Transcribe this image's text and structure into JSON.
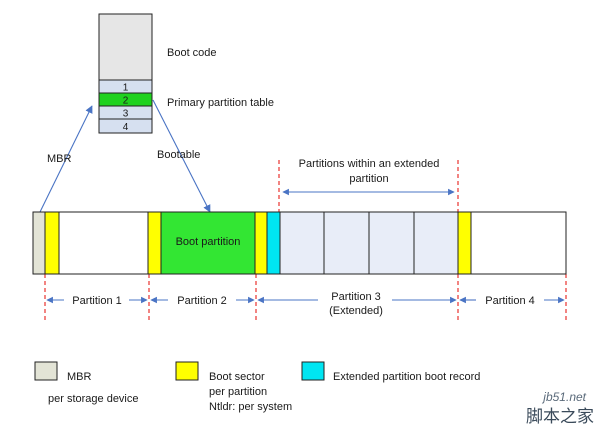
{
  "mbr_detail": {
    "boot_code_label": "Boot code",
    "entries": [
      "1",
      "2",
      "3",
      "4"
    ],
    "partition_table_label": "Primary partition table"
  },
  "annotations": {
    "mbr_label": "MBR",
    "bootable_label": "Bootable",
    "extended_heading_line1": "Partitions within an extended",
    "extended_heading_line2": "partition"
  },
  "disk": {
    "boot_partition_label": "Boot partition"
  },
  "partitions": {
    "p1": "Partition 1",
    "p2": "Partition 2",
    "p3_line1": "Partition 3",
    "p3_line2": "(Extended)",
    "p4": "Partition 4"
  },
  "legend": {
    "mbr_title": "MBR",
    "mbr_desc": "per storage device",
    "boot_sector_title": "Boot sector",
    "boot_sector_desc1": "per partition",
    "boot_sector_desc2": "Ntldr: per system",
    "ebr_title": "Extended partition boot record"
  },
  "watermark": {
    "site": "jb51.net",
    "brand": "脚本之家"
  },
  "colors": {
    "mbr": "#e3e4d6",
    "boot_sector": "#ffff00",
    "boot_partition": "#33e633",
    "ebr": "#00e5f2",
    "logical_partition": "#e8edf8",
    "table_entry": "#d6e0f0",
    "active_entry": "#1fd21f",
    "boot_code": "#e6e6e6",
    "guides": "#e8322e",
    "dimension_lines": "#4a74c4"
  }
}
